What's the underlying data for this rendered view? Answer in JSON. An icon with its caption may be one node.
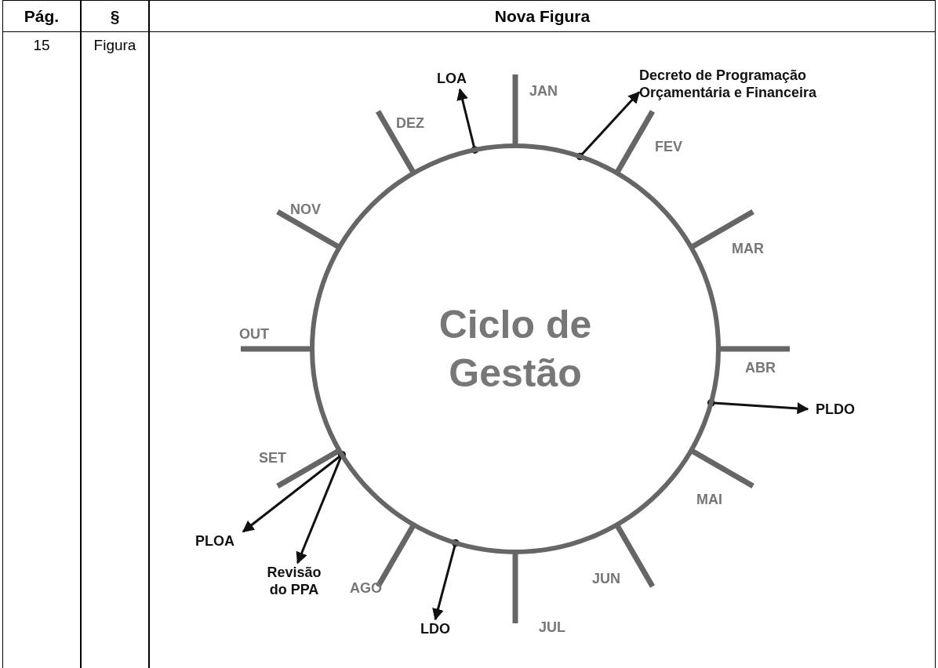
{
  "diagram": {
    "nodes": [
      {
        "text": [
          "Ciclo de Gestão"
        ]
      },
      {
        "text": [
          "LOA"
        ]
      },
      {
        "text": [
          "Decreto de Programação Orçamentária e Financeira"
        ]
      },
      {
        "text": [
          "PLDO"
        ]
      },
      {
        "text": [
          "PLOA"
        ]
      },
      {
        "text": [
          "Revisão do PPA"
        ]
      },
      {
        "text": [
          "LDO"
        ]
      }
    ],
    "edges": [
      {
        "from": 0,
        "to": 1,
        "arrow": "to"
      },
      {
        "from": 0,
        "to": 2,
        "arrow": "to"
      },
      {
        "from": 0,
        "to": 3,
        "arrow": "to"
      },
      {
        "from": 0,
        "to": 4,
        "arrow": "to"
      },
      {
        "from": 0,
        "to": 5,
        "arrow": "to"
      },
      {
        "from": 0,
        "to": 6,
        "arrow": "to"
      }
    ],
    "labels": [
      "Pág.",
      "§",
      "Nova Figura",
      "15",
      "Figura",
      "JAN",
      "FEV",
      "MAR",
      "ABR",
      "MAI",
      "JUN",
      "JUL",
      "AGO",
      "SET",
      "OUT",
      "NOV",
      "DEZ"
    ]
  }
}
